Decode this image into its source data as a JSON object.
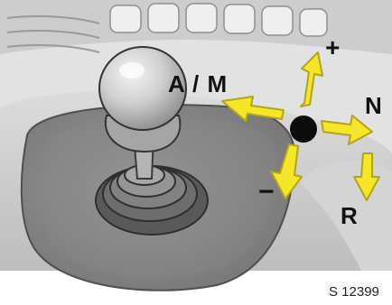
{
  "labels": {
    "auto_manual": "A / M",
    "plus": "+",
    "neutral": "N",
    "reverse": "R",
    "minus": "−"
  },
  "reference_code": "S 12399",
  "colors": {
    "arrow_fill": "#f5e62a",
    "arrow_stroke": "#b3a41a",
    "dot": "#0c0c0c"
  }
}
